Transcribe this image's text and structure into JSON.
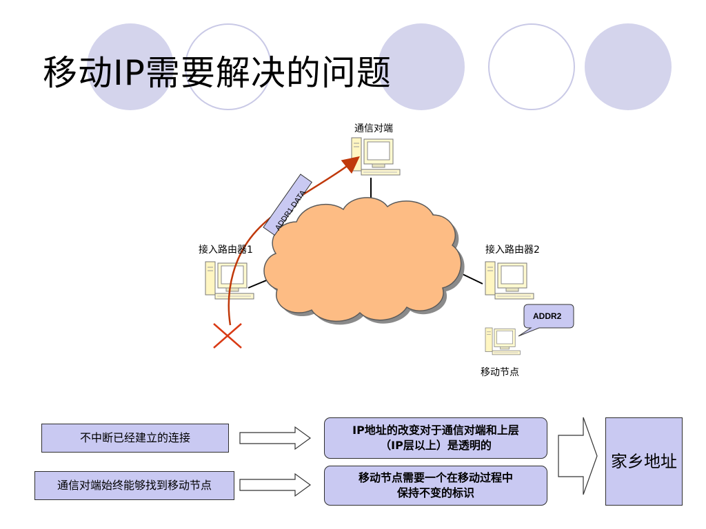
{
  "title": "移动IP需要解决的问题",
  "colors": {
    "deco_circle": "#d4d4ec",
    "cloud_fill": "#fdbc84",
    "cloud_stroke": "#5a5a5a",
    "path_arrow": "#c0390b",
    "box_fill": "#c9c9f2",
    "x_mark": "#d93a14"
  },
  "diagram": {
    "nodes": {
      "correspondent": "通信对端",
      "router1": "接入路由器1",
      "router2": "接入路由器2",
      "mobile_node": "移动节点"
    },
    "packet_tag": "ADDR1 DATA",
    "address_bubble": "ADDR2"
  },
  "problems": [
    "不中断已经建立的连接",
    "通信对端始终能够找到移动节点"
  ],
  "requirements": [
    {
      "parts": [
        "IP地址的改变对于通信对端和上层",
        "（IP层以上）是透明的"
      ]
    },
    {
      "parts": [
        "移动节点需要一个在移动过程中",
        "保持不变的标识"
      ]
    }
  ],
  "solution": "家乡地址",
  "icons": [
    "computer-icon",
    "cloud-icon",
    "x-mark-icon",
    "arrow-right-icon",
    "callout-icon"
  ]
}
